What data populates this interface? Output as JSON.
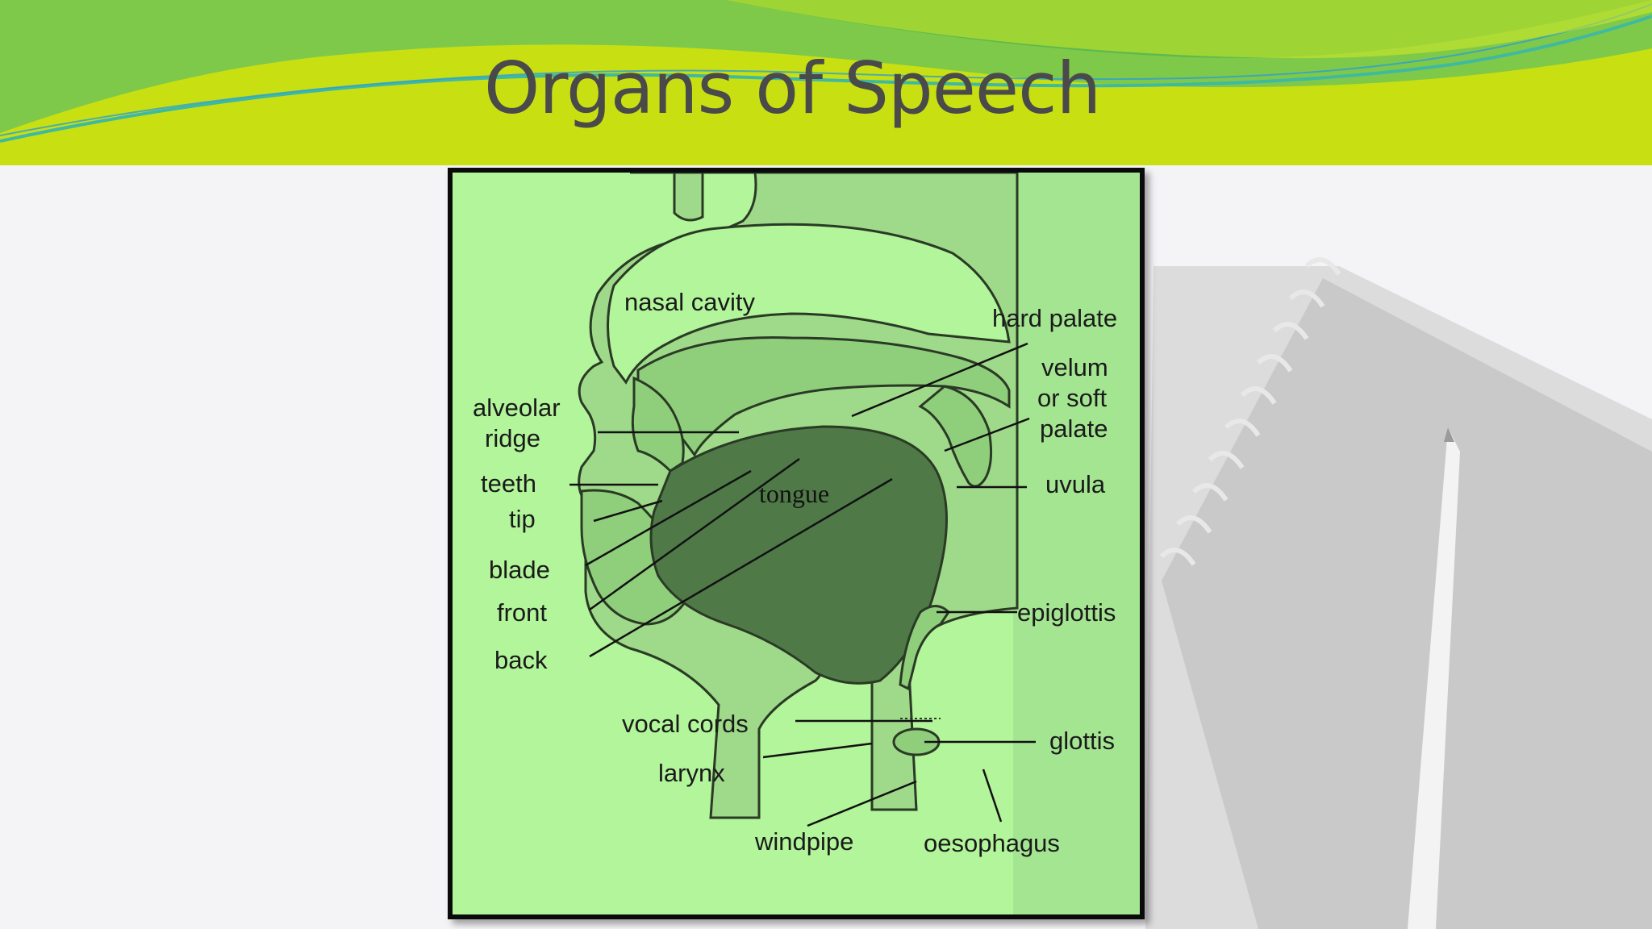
{
  "slide": {
    "title": "Organs of Speech",
    "colors": {
      "banner_lime": "#c8e012",
      "banner_green": "#6cc24a",
      "banner_teal": "#3fb9a0",
      "figure_bg": "#b2f59a",
      "tissue": "#9fd98a",
      "tongue": "#4f7a48"
    }
  },
  "diagram": {
    "labels": {
      "nasal_cavity": "nasal cavity",
      "hard_palate": "hard palate",
      "velum_line1": "velum",
      "velum_line2": "or soft",
      "velum_line3": "palate",
      "uvula": "uvula",
      "alveolar_line1": "alveolar",
      "alveolar_line2": "ridge",
      "teeth": "teeth",
      "tip": "tip",
      "blade": "blade",
      "front": "front",
      "back": "back",
      "tongue": "tongue",
      "epiglottis": "epiglottis",
      "vocal_cords": "vocal cords",
      "glottis": "glottis",
      "larynx": "larynx",
      "windpipe": "windpipe",
      "oesophagus": "oesophagus"
    }
  }
}
